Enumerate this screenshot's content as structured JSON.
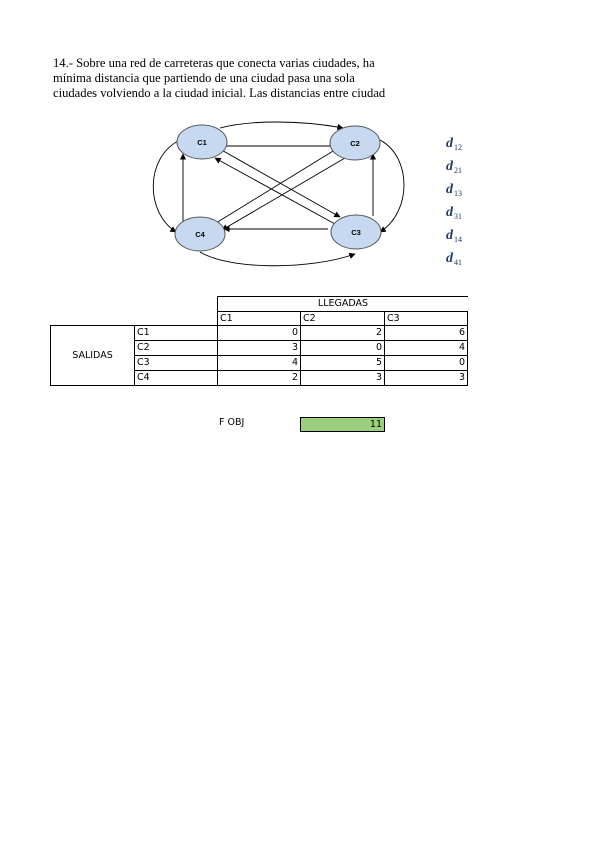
{
  "problem": {
    "lines": [
      "14.- Sobre una red de carreteras que conecta varias ciudades, ha",
      "mínima distancia que partiendo de una ciudad  pasa una sola",
      "ciudades volviendo a la ciudad inicial. Las distancias entre ciudad"
    ]
  },
  "diagram": {
    "nodes": [
      {
        "id": "C1",
        "label": "C1"
      },
      {
        "id": "C2",
        "label": "C2"
      },
      {
        "id": "C3",
        "label": "C3"
      },
      {
        "id": "C4",
        "label": "C4"
      }
    ],
    "node_fill": "#c6d9f1",
    "node_stroke": "#555555"
  },
  "distances": [
    {
      "symbol": "d",
      "sub": "12"
    },
    {
      "symbol": "d",
      "sub": "21"
    },
    {
      "symbol": "d",
      "sub": "13"
    },
    {
      "symbol": "d",
      "sub": "31"
    },
    {
      "symbol": "d",
      "sub": "14"
    },
    {
      "symbol": "d",
      "sub": "41"
    }
  ],
  "table": {
    "group_header": "LLEGADAS",
    "row_group": "SALIDAS",
    "columns": [
      "C1",
      "C2",
      "C3"
    ],
    "rows": [
      {
        "label": "C1",
        "values": [
          0,
          2,
          6
        ]
      },
      {
        "label": "C2",
        "values": [
          3,
          0,
          4
        ]
      },
      {
        "label": "C3",
        "values": [
          4,
          5,
          0
        ]
      },
      {
        "label": "C4",
        "values": [
          2,
          3,
          3
        ]
      }
    ]
  },
  "objective": {
    "label": "F OBJ",
    "value": 11,
    "fill": "#9bcf7e"
  }
}
